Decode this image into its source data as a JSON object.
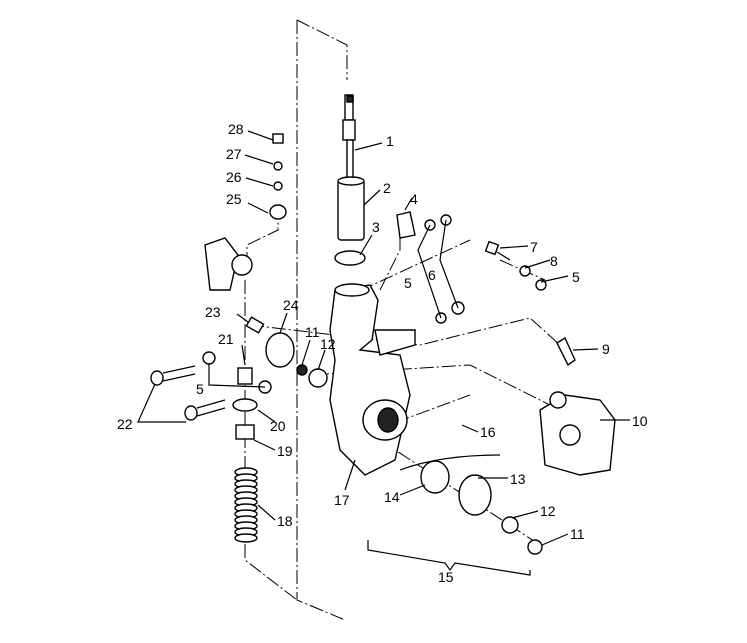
{
  "diagram": {
    "type": "exploded-parts-view",
    "subject": "front strut / steering knuckle assembly",
    "callouts": [
      {
        "id": "c1",
        "label": "1"
      },
      {
        "id": "c2",
        "label": "2"
      },
      {
        "id": "c3",
        "label": "3"
      },
      {
        "id": "c4",
        "label": "4"
      },
      {
        "id": "c5a",
        "label": "5"
      },
      {
        "id": "c6",
        "label": "6"
      },
      {
        "id": "c7",
        "label": "7"
      },
      {
        "id": "c8",
        "label": "8"
      },
      {
        "id": "c5b",
        "label": "5"
      },
      {
        "id": "c9",
        "label": "9"
      },
      {
        "id": "c10",
        "label": "10"
      },
      {
        "id": "c11a",
        "label": "11"
      },
      {
        "id": "c12a",
        "label": "12"
      },
      {
        "id": "c13",
        "label": "13"
      },
      {
        "id": "c12b",
        "label": "12"
      },
      {
        "id": "c11b",
        "label": "11"
      },
      {
        "id": "c14",
        "label": "14"
      },
      {
        "id": "c15",
        "label": "15"
      },
      {
        "id": "c16",
        "label": "16"
      },
      {
        "id": "c17",
        "label": "17"
      },
      {
        "id": "c18",
        "label": "18"
      },
      {
        "id": "c19",
        "label": "19"
      },
      {
        "id": "c20",
        "label": "20"
      },
      {
        "id": "c21",
        "label": "21"
      },
      {
        "id": "c5c",
        "label": "5"
      },
      {
        "id": "c22",
        "label": "22"
      },
      {
        "id": "c23",
        "label": "23"
      },
      {
        "id": "c24",
        "label": "24"
      },
      {
        "id": "c25",
        "label": "25"
      },
      {
        "id": "c26",
        "label": "26"
      },
      {
        "id": "c27",
        "label": "27"
      },
      {
        "id": "c28",
        "label": "28"
      }
    ]
  }
}
